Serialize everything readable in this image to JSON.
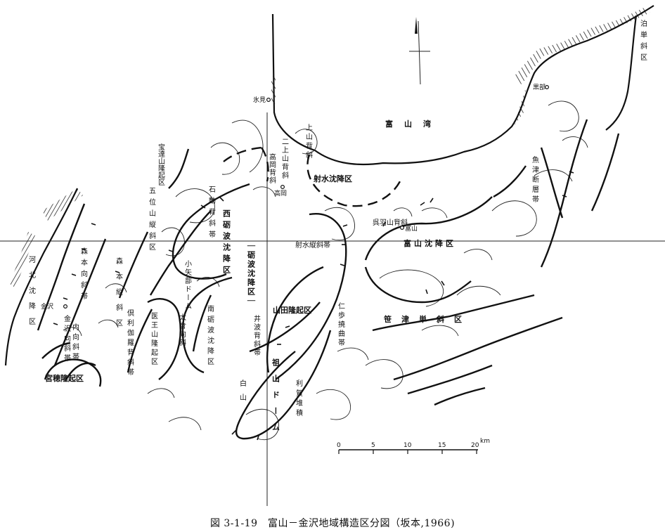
{
  "caption": "図 3-1-19　富山－金沢地域構造区分図（坂本,1966)",
  "places": {
    "himi": "氷見",
    "takaoka": "高岡",
    "toyama": "富山",
    "kanazawa": "金沢",
    "kurobe": "黒部"
  },
  "horizontal_labels": {
    "toyama_bay": "富山湾",
    "imizu_subsidence": "射水沈降区",
    "toyama_subsidence": "富山沈降区",
    "yamada_uplift": "山田隆起区",
    "sasazu_monocline": "笹津単斜区",
    "fukumitsu_uplift": "宮穂隆起区",
    "imizu_syncline_zone": "射水縦斜帯",
    "kureha_dome": "呉羽山背斜",
    "nishi_tonami_mark": "｜砺波沈降区｜"
  },
  "vertical_labels": {
    "hodatsu_uplift": "宝達山隆起区",
    "goichi_syncline": "五位山縦斜区",
    "nishi_tonami": "西砺波沈降区",
    "ishido": "石動背斜帯",
    "kahoku_subsidence": "河北沈降区",
    "morimoto_zone": "森本向斜帯",
    "morimoto_monocline": "森本縦斜区",
    "kanazawa_anticline": "金沢向斜帯",
    "iou_uplift": "医王山隆起区",
    "tomari_monocline": "泊単斜区",
    "uozu_fault": "魚津断層帯",
    "minami_tonami": "南砺波沈降区",
    "so_dome": "祖山ドーム",
    "toga_basin": "利賀堆積",
    "nanto_zone": "井波背斜帯",
    "taikobe_zone": "太倉向斜",
    "hakusan": "白山",
    "fujihashi_fault": "仁歩撓曲帯",
    "oyabe_dome": "小矢部ドーム",
    "futagami_zone": "二上山背斜",
    "kamikazari": "上山背斜",
    "takaoka_tsunagi": "高岡背斜",
    "kuria": "倶利伽羅背斜帯",
    "yugawa": "内向斜帯"
  },
  "scale": {
    "ticks": [
      "0",
      "5",
      "10",
      "15",
      "20"
    ],
    "unit": "km"
  }
}
